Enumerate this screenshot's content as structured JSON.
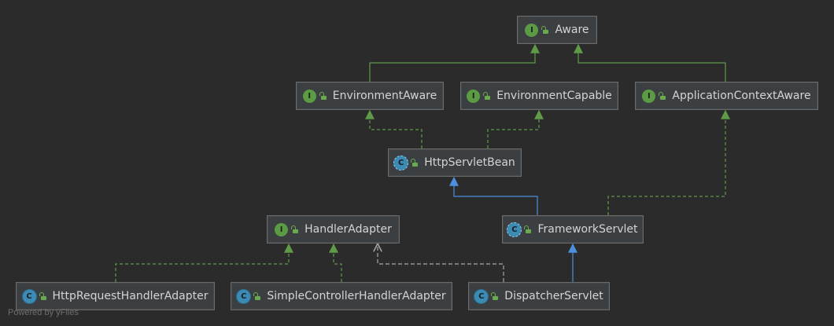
{
  "nodes": {
    "aware": {
      "label": "Aware",
      "kind": "interface"
    },
    "environment_aware": {
      "label": "EnvironmentAware",
      "kind": "interface"
    },
    "environment_capable": {
      "label": "EnvironmentCapable",
      "kind": "interface"
    },
    "application_context_aware": {
      "label": "ApplicationContextAware",
      "kind": "interface"
    },
    "http_servlet_bean": {
      "label": "HttpServletBean",
      "kind": "abstract-class"
    },
    "handler_adapter": {
      "label": "HandlerAdapter",
      "kind": "interface"
    },
    "framework_servlet": {
      "label": "FrameworkServlet",
      "kind": "abstract-class"
    },
    "http_request_handler_adapter": {
      "label": "HttpRequestHandlerAdapter",
      "kind": "class"
    },
    "simple_controller_handler_adapter": {
      "label": "SimpleControllerHandlerAdapter",
      "kind": "class"
    },
    "dispatcher_servlet": {
      "label": "DispatcherServlet",
      "kind": "class"
    }
  },
  "badges": {
    "interface": "I",
    "class": "C"
  },
  "edges": [
    {
      "from": "environment_aware",
      "to": "aware",
      "type": "extends-interface"
    },
    {
      "from": "application_context_aware",
      "to": "aware",
      "type": "extends-interface"
    },
    {
      "from": "http_servlet_bean",
      "to": "environment_aware",
      "type": "implements"
    },
    {
      "from": "http_servlet_bean",
      "to": "environment_capable",
      "type": "implements"
    },
    {
      "from": "framework_servlet",
      "to": "http_servlet_bean",
      "type": "extends-class"
    },
    {
      "from": "framework_servlet",
      "to": "application_context_aware",
      "type": "implements"
    },
    {
      "from": "http_request_handler_adapter",
      "to": "handler_adapter",
      "type": "implements"
    },
    {
      "from": "simple_controller_handler_adapter",
      "to": "handler_adapter",
      "type": "implements"
    },
    {
      "from": "dispatcher_servlet",
      "to": "handler_adapter",
      "type": "dependency"
    },
    {
      "from": "dispatcher_servlet",
      "to": "framework_servlet",
      "type": "extends-class"
    }
  ],
  "colors": {
    "background": "#2b2b2b",
    "node_fill": "#3c3f41",
    "node_border": "#6b6b6b",
    "node_text": "#d4d4d4",
    "interface_badge": "#5b9b43",
    "class_badge": "#3b8bb5",
    "implements_line": "#5f9a48",
    "extends_interface_line": "#5f9a48",
    "extends_class_line": "#4d8fdc",
    "dependency_line": "#a9a9a9"
  },
  "watermark": "Powered by yFiles"
}
